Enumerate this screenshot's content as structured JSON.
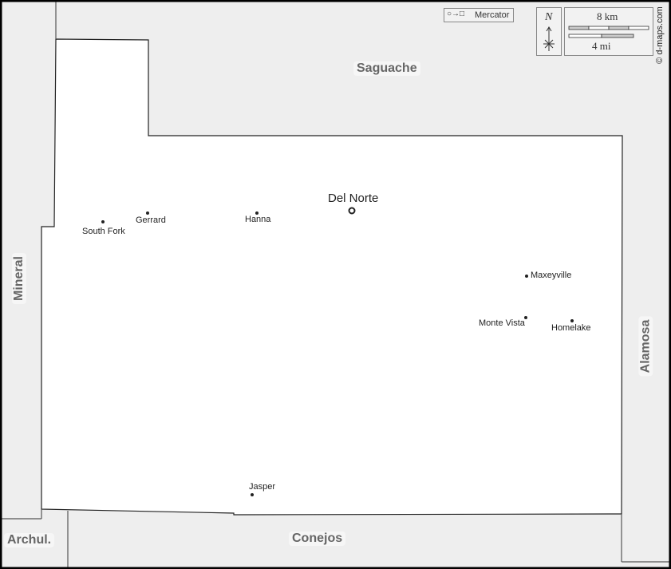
{
  "map": {
    "projection_label": "Mercator",
    "north_label": "N",
    "scale_km": "8 km",
    "scale_mi": "4 mi",
    "credit": "© d-maps.com",
    "capital": "Del Norte",
    "towns": [
      "South Fork",
      "Gerrard",
      "Hanna",
      "Maxeyville",
      "Monte Vista",
      "Homelake",
      "Jasper"
    ],
    "neighbors": {
      "north": "Saguache",
      "west": "Mineral",
      "east": "Alamosa",
      "south": "Conejos",
      "southwest": "Archul."
    },
    "colors": {
      "county": "#ffffff",
      "neighbor": "#eeeeee",
      "border": "#000000"
    }
  }
}
